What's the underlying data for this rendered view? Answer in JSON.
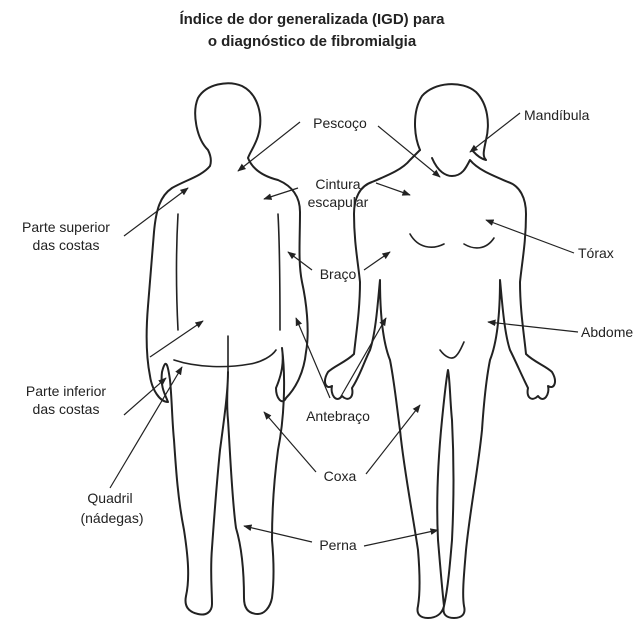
{
  "title": {
    "line1": "Índice de dor generalizada (IGD) para",
    "line2": "o diagnóstico de fibromialgia"
  },
  "labels": {
    "pescoco": "Pescoço",
    "mandibula": "Mandíbula",
    "cintura_1": "Cintura",
    "cintura_2": "escapular",
    "parte_superior_1": "Parte superior",
    "parte_superior_2": "das costas",
    "torax": "Tórax",
    "braco": "Braço",
    "abdome": "Abdome",
    "parte_inferior_1": "Parte inferior",
    "parte_inferior_2": "das costas",
    "antebraco": "Antebraço",
    "coxa": "Coxa",
    "quadril_1": "Quadril",
    "quadril_2": "(nádegas)",
    "perna": "Perna"
  }
}
